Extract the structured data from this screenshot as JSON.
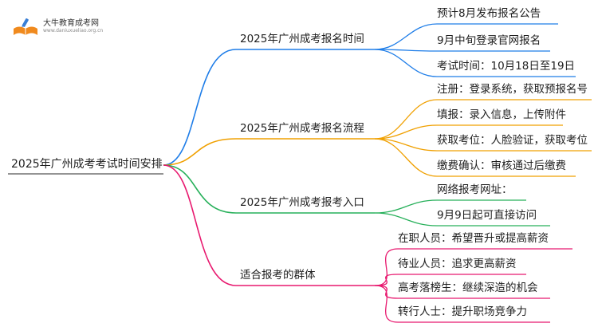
{
  "logo": {
    "icon": "book-with-pencil-icon",
    "title": "大牛教育成考网",
    "url": "www.daniuxueliao.org.cn"
  },
  "colors": {
    "branch1": "#1e7de8",
    "branch2": "#f0a000",
    "branch3": "#27b05a",
    "branch4": "#e8196f",
    "logo_orange": "#f08a1e",
    "logo_blue": "#3a7fd5"
  },
  "mindmap": {
    "root": "2025年广州成考考试时间安排",
    "branches": [
      {
        "label": "2025年广州成考报名时间",
        "leaves": [
          "预计8月发布报名公告",
          "9月中旬登录官网报名",
          "考试时间：10月18日至19日"
        ]
      },
      {
        "label": "2025年广州成考报名流程",
        "leaves": [
          "注册：登录系统，获取预报名号",
          "填报：录入信息，上传附件",
          "获取考位：人脸验证，获取考位",
          "缴费确认：审核通过后缴费"
        ]
      },
      {
        "label": "2025年广州成考报考入口",
        "leaves": [
          "网络报考网址：",
          "9月9日起可直接访问"
        ]
      },
      {
        "label": "适合报考的群体",
        "leaves": [
          "在职人员：希望晋升或提高薪资",
          "待业人员：追求更高薪资",
          "高考落榜生：继续深造的机会",
          "转行人士：提升职场竞争力"
        ]
      }
    ]
  }
}
